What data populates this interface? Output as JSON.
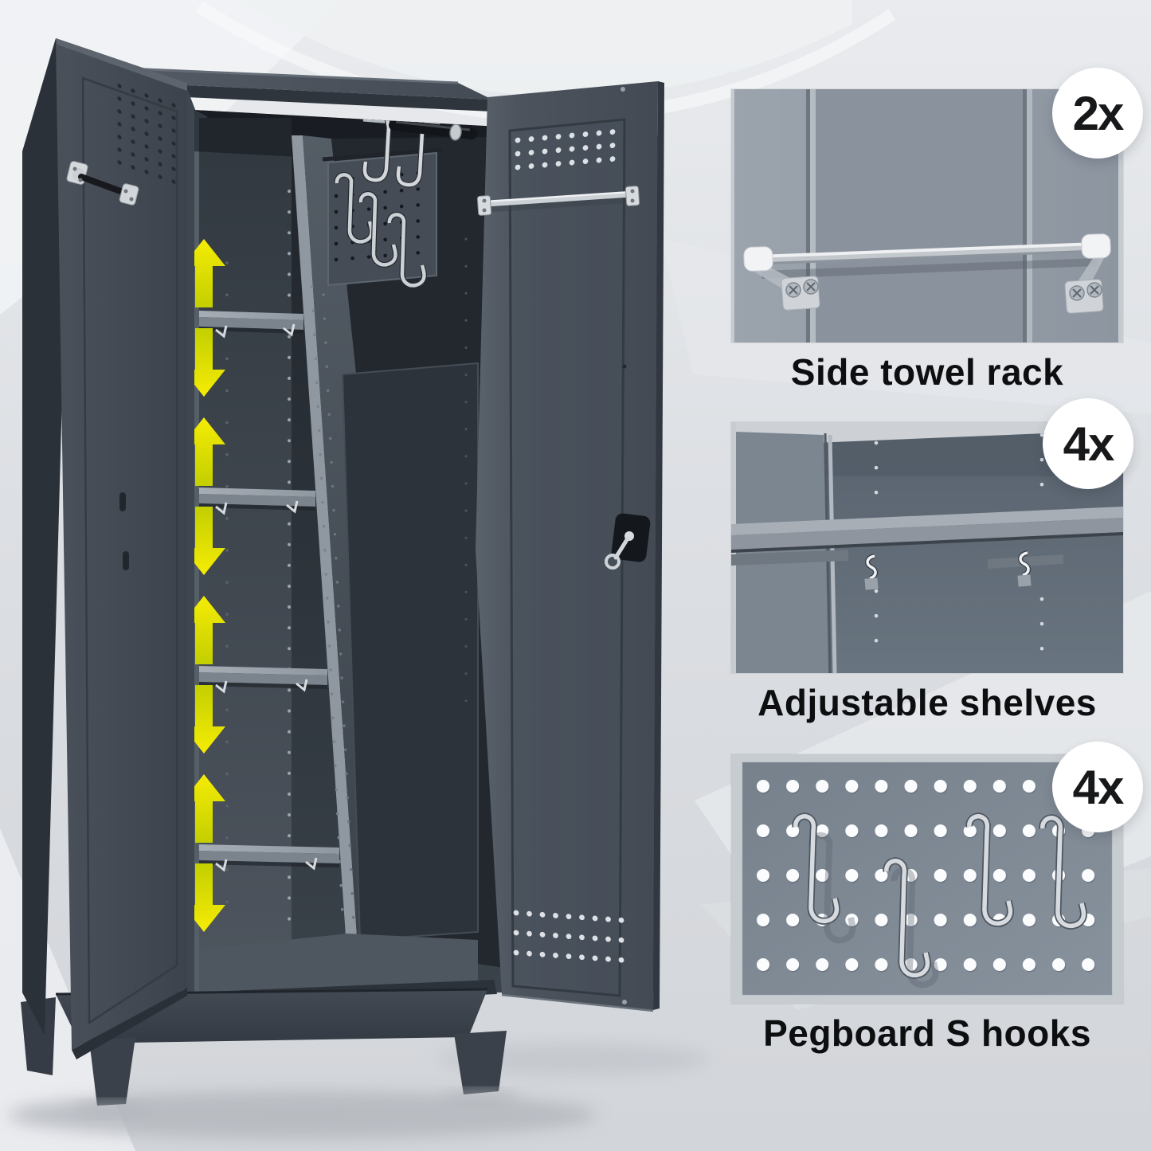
{
  "image": {
    "kind": "product-feature-photo",
    "subject": "metal broom storage cabinet with open doors",
    "background_color": "#d9dcdf"
  },
  "cabinet": {
    "body_color": "#454d57",
    "interior_color": "#2a2f36",
    "shelf_color": "#9aa1a9",
    "arrow_color": "#eadf00",
    "shelf_count": 4,
    "adjust_arrow_pairs": 4,
    "doors_open": 2,
    "has_lock_with_key": true,
    "has_hanging_rod": true,
    "has_pegboard": true
  },
  "callouts": [
    {
      "id": "side-towel-rack",
      "badge": "2x",
      "label": "Side towel rack"
    },
    {
      "id": "adjustable-shelves",
      "badge": "4x",
      "label": "Adjustable shelves"
    },
    {
      "id": "pegboard-s-hooks",
      "badge": "4x",
      "label": "Pegboard S hooks"
    }
  ],
  "colors": {
    "badge_bg": "#ffffff",
    "badge_text": "#17181a",
    "caption_text": "#0d0e10",
    "photo_backdrop": "#c7ccd1",
    "chrome": "#d6dade"
  }
}
